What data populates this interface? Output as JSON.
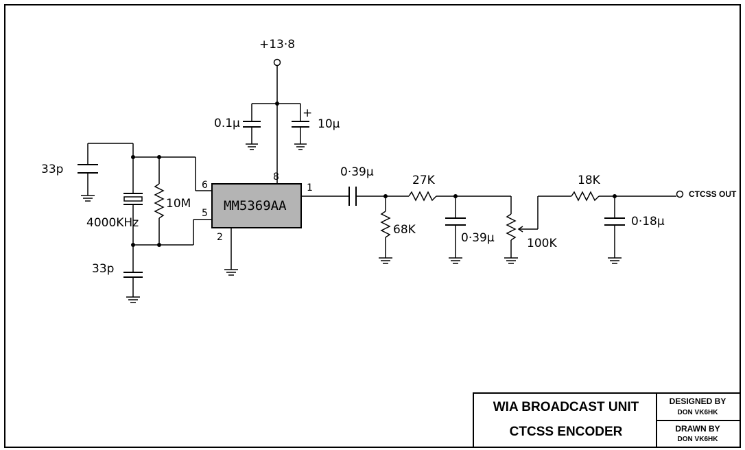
{
  "supply": {
    "voltage": "+13·8"
  },
  "ic": {
    "part": "MM5369AA",
    "pins": {
      "p6": "6",
      "p5": "5",
      "p2": "2",
      "p8": "8",
      "p1": "1"
    }
  },
  "components": {
    "c_top": "33p",
    "crystal": "4000KHz",
    "r_bias": "10M",
    "c_bottom": "33p",
    "c_dec1": "0.1μ",
    "c_dec2": "10μ",
    "c_dec2_polarity": "+",
    "c_couple": "0·39μ",
    "r_shunt": "68K",
    "r_series1": "27K",
    "c_filter1": "0·39μ",
    "pot": "100K",
    "r_series2": "18K",
    "c_filter2": "0·18μ"
  },
  "output": {
    "label": "CTCSS OUT"
  },
  "title_block": {
    "line1": "WIA BROADCAST UNIT",
    "line2": "CTCSS ENCODER",
    "designed_by_label": "DESIGNED BY",
    "designed_by": "DON VK6HK",
    "drawn_by_label": "DRAWN BY",
    "drawn_by": "DON VK6HK"
  },
  "colors": {
    "ic_fill": "#b4b4b4",
    "ink": "#000000"
  }
}
